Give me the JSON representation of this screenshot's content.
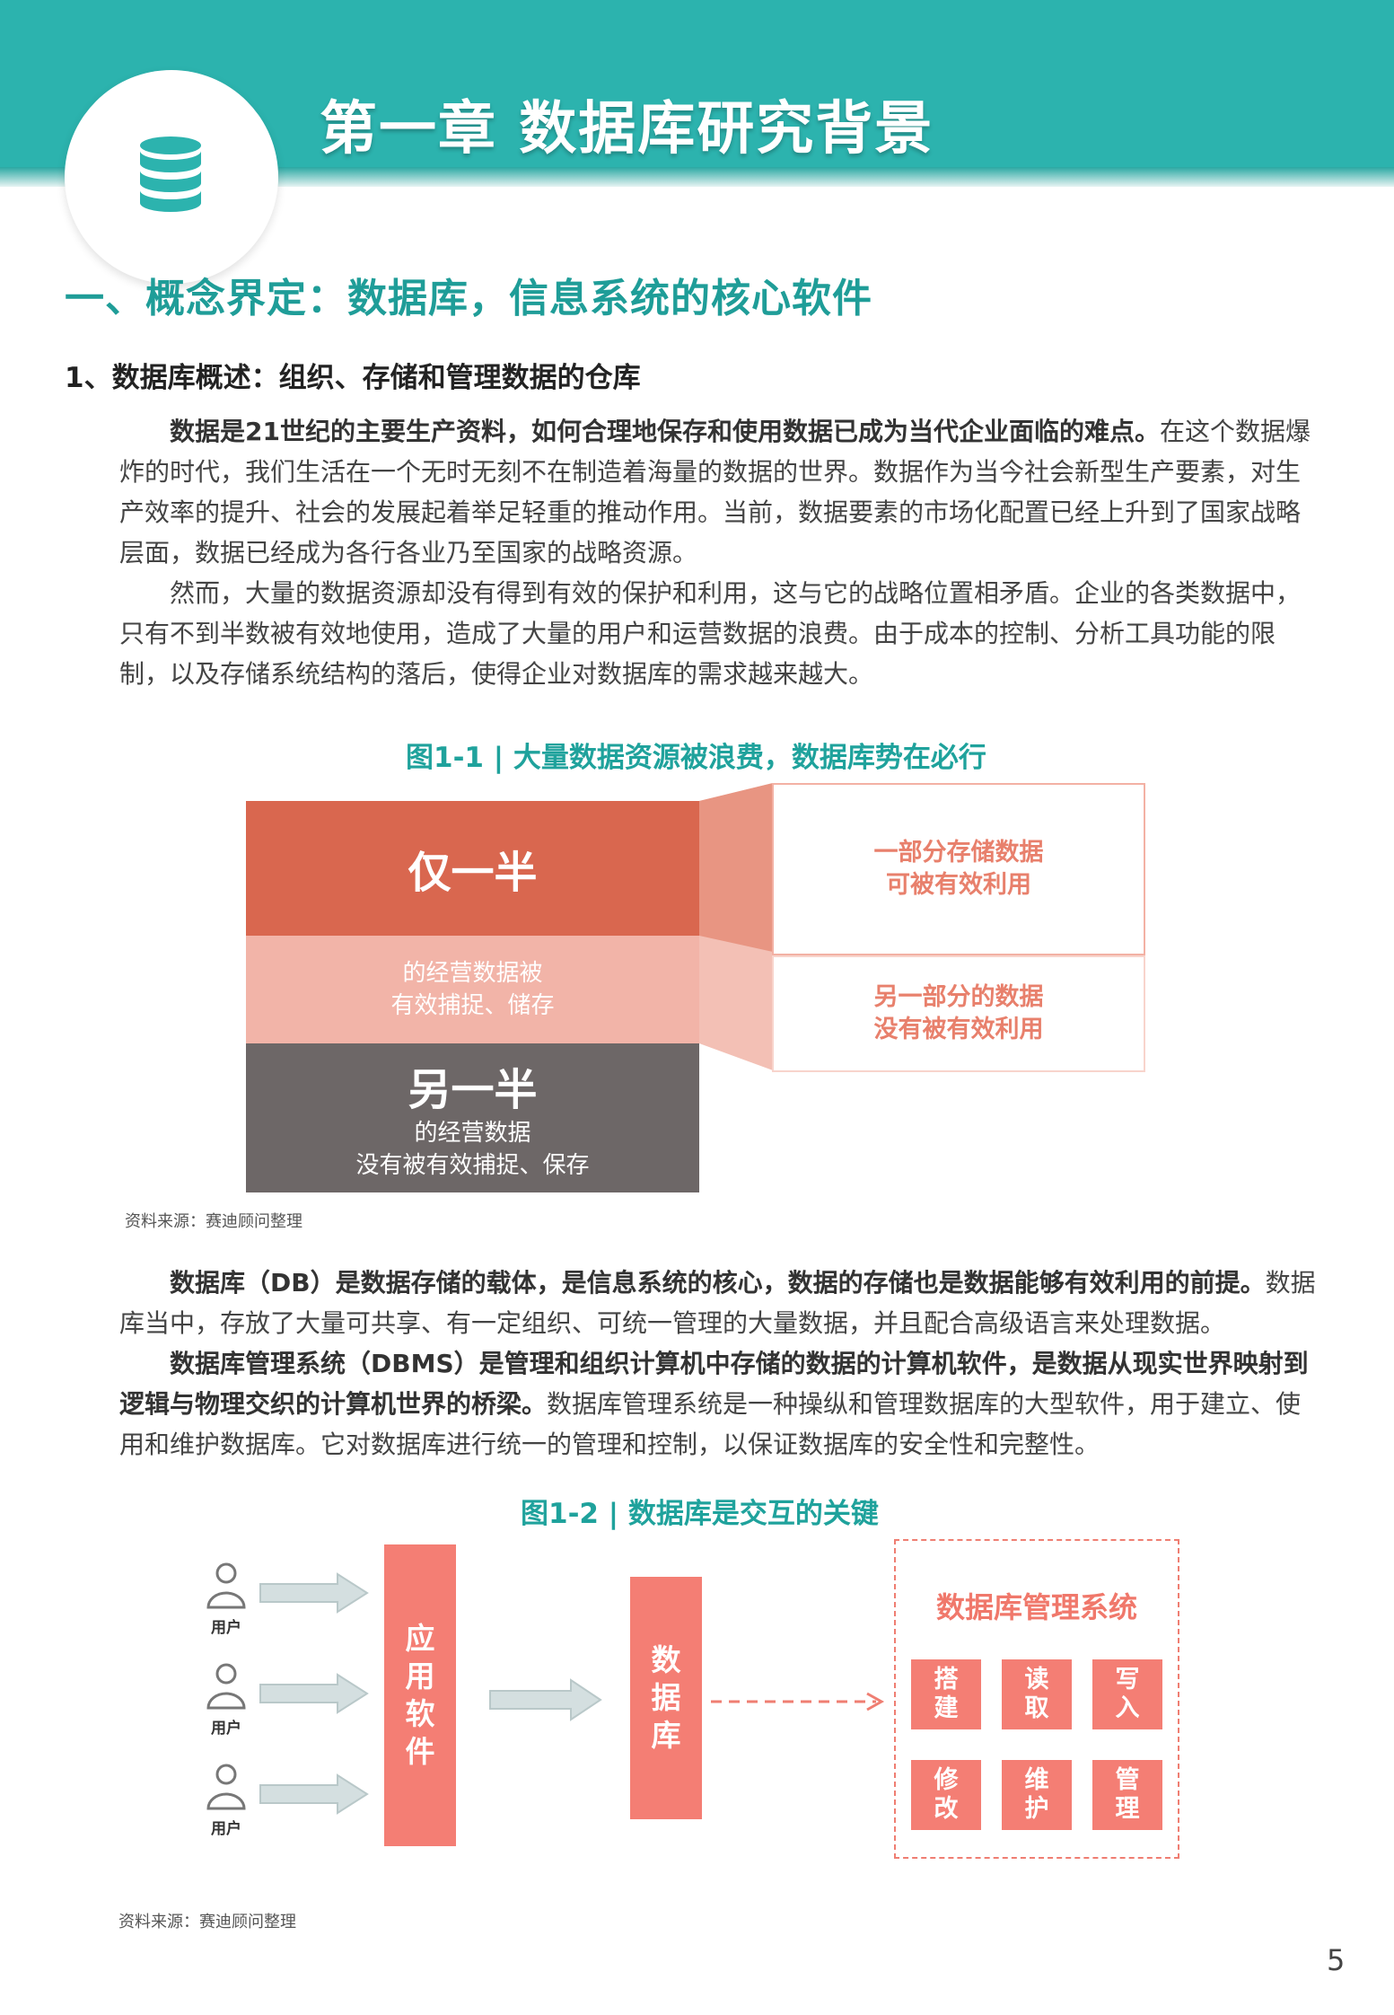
{
  "header": {
    "chapter_title": "第一章 数据库研究背景",
    "icon": "database-icon",
    "color": "#2cb3ae"
  },
  "section": {
    "title": "一、概念界定：数据库，信息系统的核心软件",
    "subtitle": "1、数据库概述：组织、存储和管理数据的仓库"
  },
  "paragraphs": {
    "p1_bold": "数据是21世纪的主要生产资料，如何合理地保存和使用数据已成为当代企业面临的难点。",
    "p1_rest": "在这个数据爆炸的时代，我们生活在一个无时无刻不在制造着海量的数据的世界。数据作为当今社会新型生产要素，对生产效率的提升、社会的发展起着举足轻重的推动作用。当前，数据要素的市场化配置已经上升到了国家战略层面，数据已经成为各行各业乃至国家的战略资源。",
    "p2": "然而，大量的数据资源却没有得到有效的保护和利用，这与它的战略位置相矛盾。企业的各类数据中，只有不到半数被有效地使用，造成了大量的用户和运营数据的浪费。由于成本的控制、分析工具功能的限制，以及存储系统结构的落后，使得企业对数据库的需求越来越大。",
    "p3_bold": "数据库（DB）是数据存储的载体，是信息系统的核心，数据的存储也是数据能够有效利用的前提。",
    "p3_rest": "数据库当中，存放了大量可共享、有一定组织、可统一管理的大量数据，并且配合高级语言来处理数据。",
    "p4_bold": "数据库管理系统（DBMS）是管理和组织计算机中存储的数据的计算机软件，是数据从现实世界映射到逻辑与物理交织的计算机世界的桥梁。",
    "p4_rest": "数据库管理系统是一种操纵和管理数据库的大型软件，用于建立、使用和维护数据库。它对数据库进行统一的管理和控制，以保证数据库的安全性和完整性。"
  },
  "figure1": {
    "title": "图1-1 | 大量数据资源被浪费，数据库势在必行",
    "top_big": "仅一半",
    "mid_line1": "的经营数据被",
    "mid_line2": "有效捕捉、储存",
    "bot_big": "另一半",
    "bot_line1": "的经营数据",
    "bot_line2": "没有被有效捕捉、保存",
    "right_top_line1": "一部分存储数据",
    "right_top_line2": "可被有效利用",
    "right_bot_line1": "另一部分的数据",
    "right_bot_line2": "没有被有效利用",
    "source": "资料来源：赛迪顾问整理"
  },
  "figure2": {
    "title": "图1-2 | 数据库是交互的关键",
    "user_label": "用户",
    "app_chars": [
      "应",
      "用",
      "软",
      "件"
    ],
    "db_chars": [
      "数",
      "据",
      "库"
    ],
    "dbms_title": "数据库管理系统",
    "ops": [
      [
        "搭",
        "建"
      ],
      [
        "读",
        "取"
      ],
      [
        "写",
        "入"
      ],
      [
        "修",
        "改"
      ],
      [
        "维",
        "护"
      ],
      [
        "管",
        "理"
      ]
    ],
    "source": "资料来源：赛迪顾问整理"
  },
  "page_number": "5",
  "colors": {
    "teal": "#2cb3ae",
    "salmon": "#f47e74",
    "orange": "#d9674f",
    "gray": "#6d6767"
  }
}
